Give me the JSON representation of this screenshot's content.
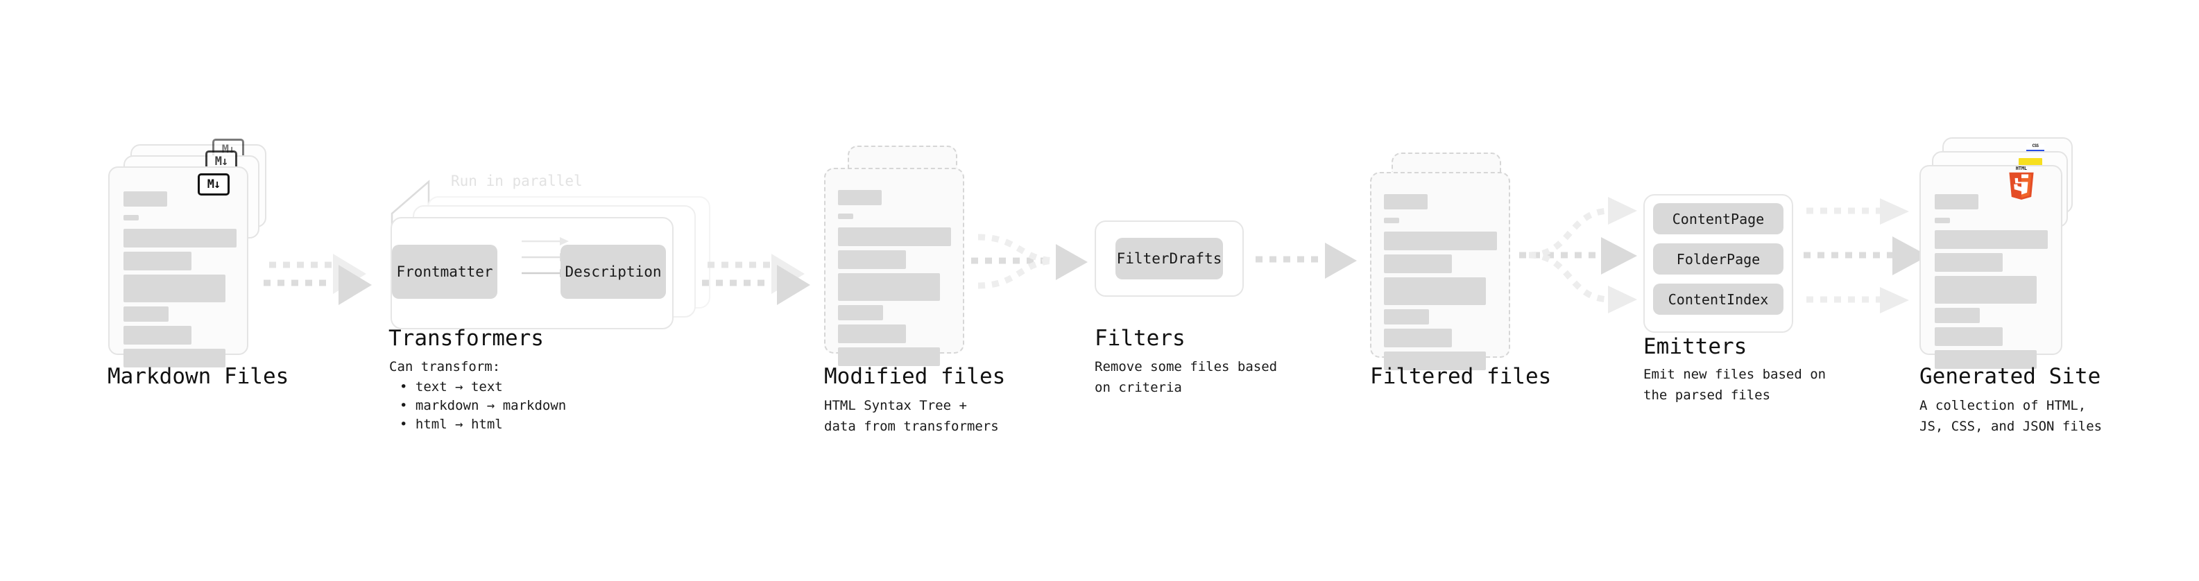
{
  "diagram": {
    "type": "pipeline-flow",
    "title": "Quartz static site generation pipeline",
    "background": "#ffffff",
    "accent_colors": {
      "card_fill": "#fbfbfb",
      "card_border": "#e4e4e4",
      "skeleton_bar": "#d9d9d9",
      "chip_fill": "#d9d9d9",
      "arrow": "#d8d8d8",
      "muted_text": "#e2e2e2",
      "html5_orange": "#e44d26",
      "html5_orange_light": "#f16529",
      "js_yellow": "#f7df1e",
      "css_blue": "#264de4"
    },
    "stages": [
      {
        "id": "markdown-files",
        "title": "Markdown Files",
        "description": "",
        "kind": "document-stack",
        "stack_count": 3,
        "badge": "M↓",
        "badge_kind": "markdown-badge"
      },
      {
        "id": "transformers",
        "title": "Transformers",
        "description": "",
        "kind": "group-stack",
        "annotation": "Run in parallel",
        "stack_count": 3,
        "chips": [
          "Frontmatter",
          "Description"
        ],
        "bullets_intro": "Can transform:",
        "bullets": [
          "• text → text",
          "• markdown → markdown",
          "• html → html"
        ]
      },
      {
        "id": "modified-files",
        "title": "Modified files",
        "description": "HTML Syntax Tree +\ndata from transformers",
        "kind": "document-stack-dashed",
        "stack_count": 2
      },
      {
        "id": "filters",
        "title": "Filters",
        "description": "Remove some files based\non criteria",
        "kind": "group",
        "chips": [
          "FilterDrafts"
        ]
      },
      {
        "id": "filtered-files",
        "title": "Filtered files",
        "description": "",
        "kind": "document-stack-dashed",
        "stack_count": 2
      },
      {
        "id": "emitters",
        "title": "Emitters",
        "description": "Emit new files based on\nthe parsed files",
        "kind": "group",
        "chips": [
          "ContentPage",
          "FolderPage",
          "ContentIndex"
        ]
      },
      {
        "id": "generated-site",
        "title": "Generated Site",
        "description": "A collection of HTML,\nJS, CSS, and JSON files",
        "kind": "document-stack",
        "stack_count": 3,
        "badges": [
          "html5-badge",
          "js-badge",
          "css-badge"
        ],
        "badge_labels": [
          "HTML",
          "5",
          "CSS"
        ]
      }
    ],
    "connectors": [
      {
        "from": "markdown-files",
        "to": "transformers",
        "style": "dotted-fan",
        "branches": 2
      },
      {
        "from": "transformers",
        "to": "modified-files",
        "style": "dotted-fan",
        "branches": 2
      },
      {
        "from": "modified-files",
        "to": "filters",
        "style": "dotted-merge",
        "branches": 2
      },
      {
        "from": "filters",
        "to": "filtered-files",
        "style": "dotted",
        "branches": 1
      },
      {
        "from": "filtered-files",
        "to": "emitters",
        "style": "dotted-split",
        "branches": 3
      },
      {
        "from": "emitters",
        "to": "generated-site",
        "style": "dotted-merge",
        "branches": 3
      }
    ]
  }
}
